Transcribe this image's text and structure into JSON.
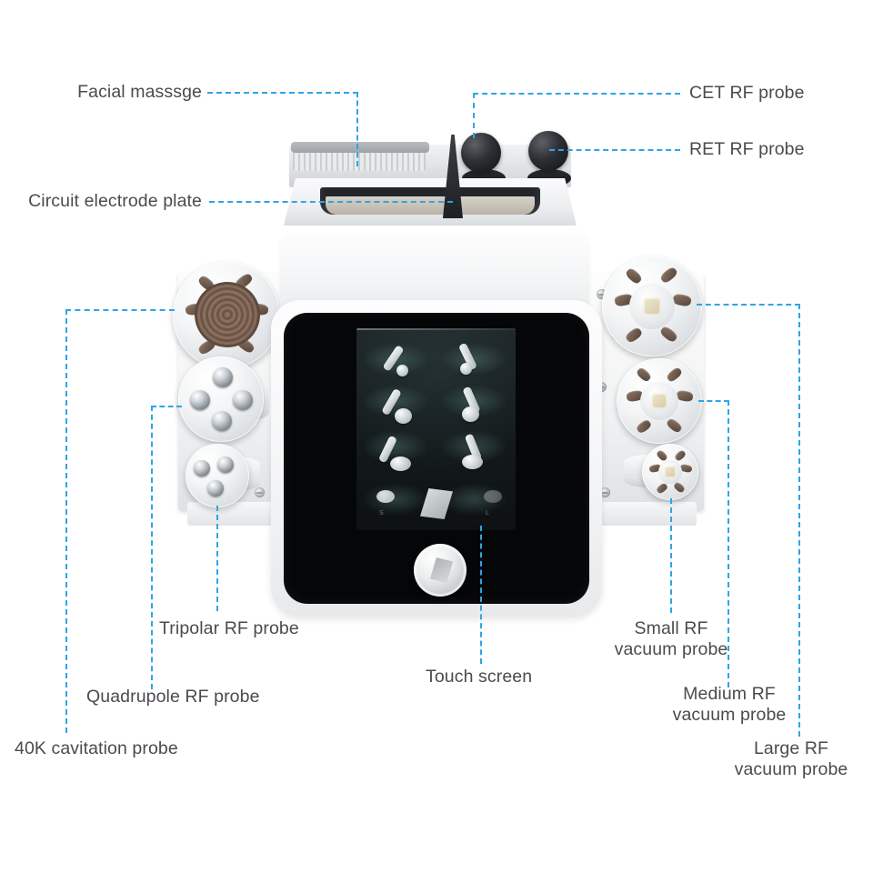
{
  "diagram": {
    "title": "Multifunction RF cavitation beauty machine callout diagram",
    "accent_color": "#2fa4e7",
    "label_color": "#4b4b4f",
    "background_color": "#ffffff"
  },
  "callouts": [
    {
      "id": "facial-massage",
      "label": "Facial masssge"
    },
    {
      "id": "circuit-electrode-plate",
      "label": "Circuit electrode plate"
    },
    {
      "id": "cet-rf-probe",
      "label": "CET RF probe"
    },
    {
      "id": "ret-rf-probe",
      "label": "RET RF probe"
    },
    {
      "id": "40k-cavitation-probe",
      "label": "40K cavitation probe"
    },
    {
      "id": "quadrupole-rf-probe",
      "label": "Quadrupole RF probe"
    },
    {
      "id": "tripolar-rf-probe",
      "label": "Tripolar RF probe"
    },
    {
      "id": "touch-screen",
      "label": "Touch screen"
    },
    {
      "id": "small-rf-vacuum-probe",
      "label": "Small RF\nvacuum probe"
    },
    {
      "id": "medium-rf-vacuum-probe",
      "label": "Medium RF\nvacuum probe"
    },
    {
      "id": "large-rf-vacuum-probe",
      "label": "Large RF\nvacuum probe"
    }
  ],
  "screen": {
    "icon_rows": [
      [
        "cavitation-probe-icon",
        "tripolar-probe-icon"
      ],
      [
        "quadrupole-probe-icon",
        "small-vacuum-probe-icon"
      ],
      [
        "medium-vacuum-probe-icon",
        "large-vacuum-probe-icon"
      ]
    ],
    "bottom_row": [
      "massage-pad-icon",
      "center-logo-icon",
      "rf-handle-icon"
    ],
    "tag_left": "S",
    "tag_right": "L"
  }
}
